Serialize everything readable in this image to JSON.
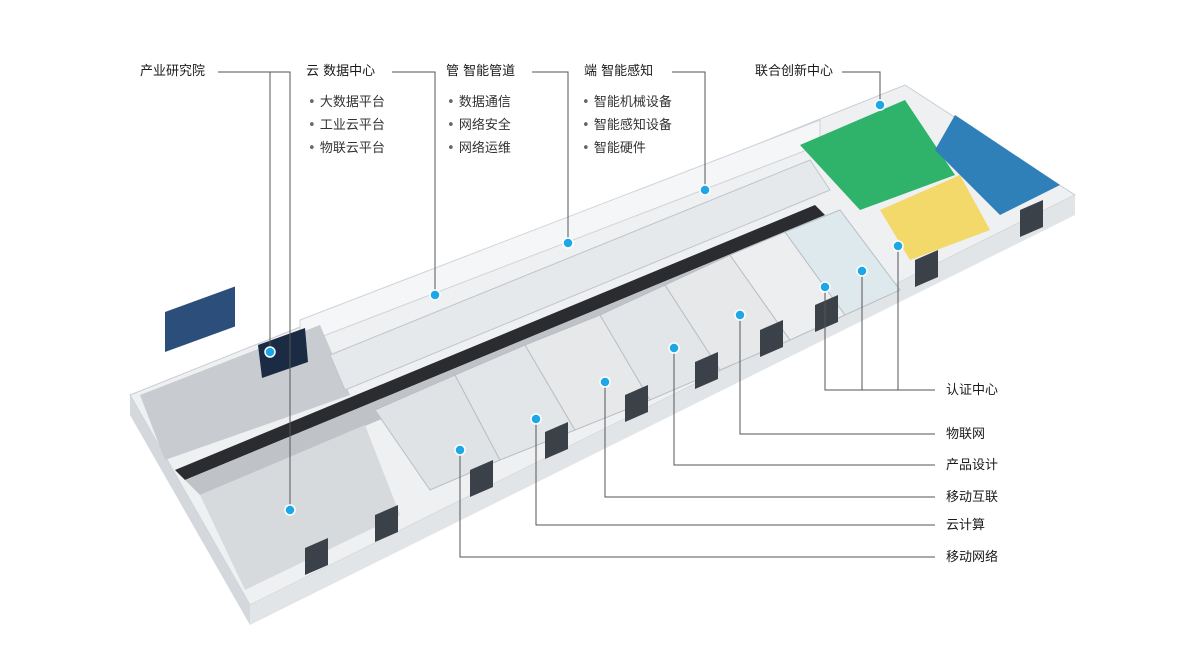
{
  "top_categories": [
    {
      "label": "产业研究院",
      "items": []
    },
    {
      "label": "云  数据中心",
      "items": [
        "大数据平台",
        "工业云平台",
        "物联云平台"
      ]
    },
    {
      "label": "管  智能管道",
      "items": [
        "数据通信",
        "网络安全",
        "网络运维"
      ]
    },
    {
      "label": "端  智能感知",
      "items": [
        "智能机械设备",
        "智能感知设备",
        "智能硬件"
      ]
    },
    {
      "label": "联合创新中心",
      "items": []
    }
  ],
  "right_labels": [
    "认证中心",
    "物联网",
    "产品设计",
    "移动互联",
    "云计算",
    "移动网络"
  ],
  "colors": {
    "accent_dot": "#1ea7e6",
    "leader_line": "#555555",
    "wall": "#e9ecef",
    "floor": "#d9dde1"
  }
}
